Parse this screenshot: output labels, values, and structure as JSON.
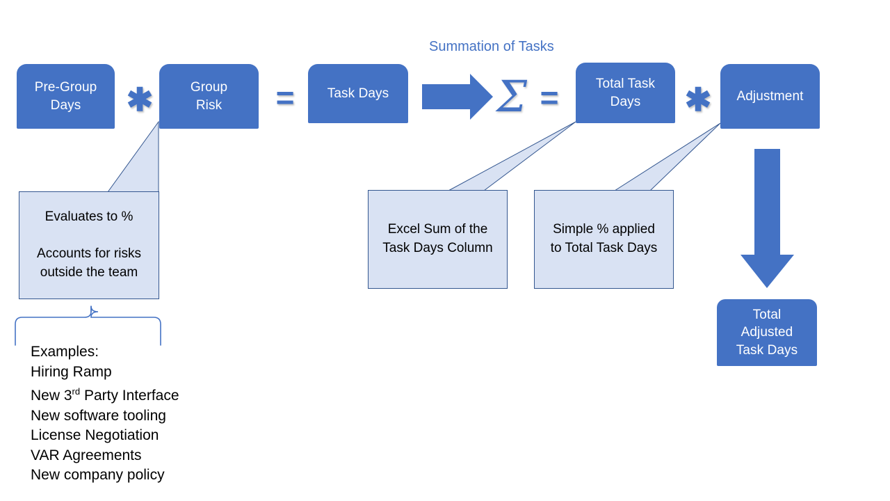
{
  "title": "Summation of Tasks",
  "colors": {
    "box_fill": "#4472C4",
    "box_text": "#FFFFFF",
    "callout_fill": "#D9E2F3",
    "callout_border": "#33568F",
    "accent": "#4472C4",
    "page_background": "#FFFFFF"
  },
  "boxes": {
    "pre_group_days": "Pre-Group\nDays",
    "pre_group_days_line1": "Pre-Group",
    "pre_group_days_line2": "Days",
    "group_risk_line1": "Group",
    "group_risk_line2": "Risk",
    "task_days": "Task Days",
    "total_task_days_line1": "Total Task",
    "total_task_days_line2": "Days",
    "adjustment": "Adjustment",
    "total_adjusted_line1": "Total",
    "total_adjusted_line2": "Adjusted",
    "total_adjusted_line3": "Task Days"
  },
  "operators": {
    "multiply_1": "✱",
    "equals_1": "=",
    "sigma": "Σ",
    "equals_2": "=",
    "multiply_2": "✱"
  },
  "callouts": {
    "group_risk": {
      "line1": "Evaluates to %",
      "line2": "Accounts for risks",
      "line3": "outside the team"
    },
    "total_task_days": {
      "line1": "Excel Sum of the",
      "line2": "Task Days Column"
    },
    "adjustment": {
      "line1": "Simple % applied",
      "line2": "to Total Task Days"
    }
  },
  "examples": {
    "heading": "Examples:",
    "items": [
      "Hiring Ramp",
      "New 3rd Party Interface",
      "New software tooling",
      "License Negotiation",
      "VAR Agreements",
      "New company policy"
    ],
    "item_3rd_prefix": "New 3",
    "item_3rd_sup": "rd",
    "item_3rd_suffix": " Party Interface"
  },
  "icons": {
    "right_arrow": "block-right-arrow-icon",
    "down_arrow": "block-down-arrow-icon",
    "brace": "curly-brace-icon",
    "asterisk": "asterisk-icon",
    "equals": "equals-icon",
    "sigma": "sigma-summation-icon"
  }
}
